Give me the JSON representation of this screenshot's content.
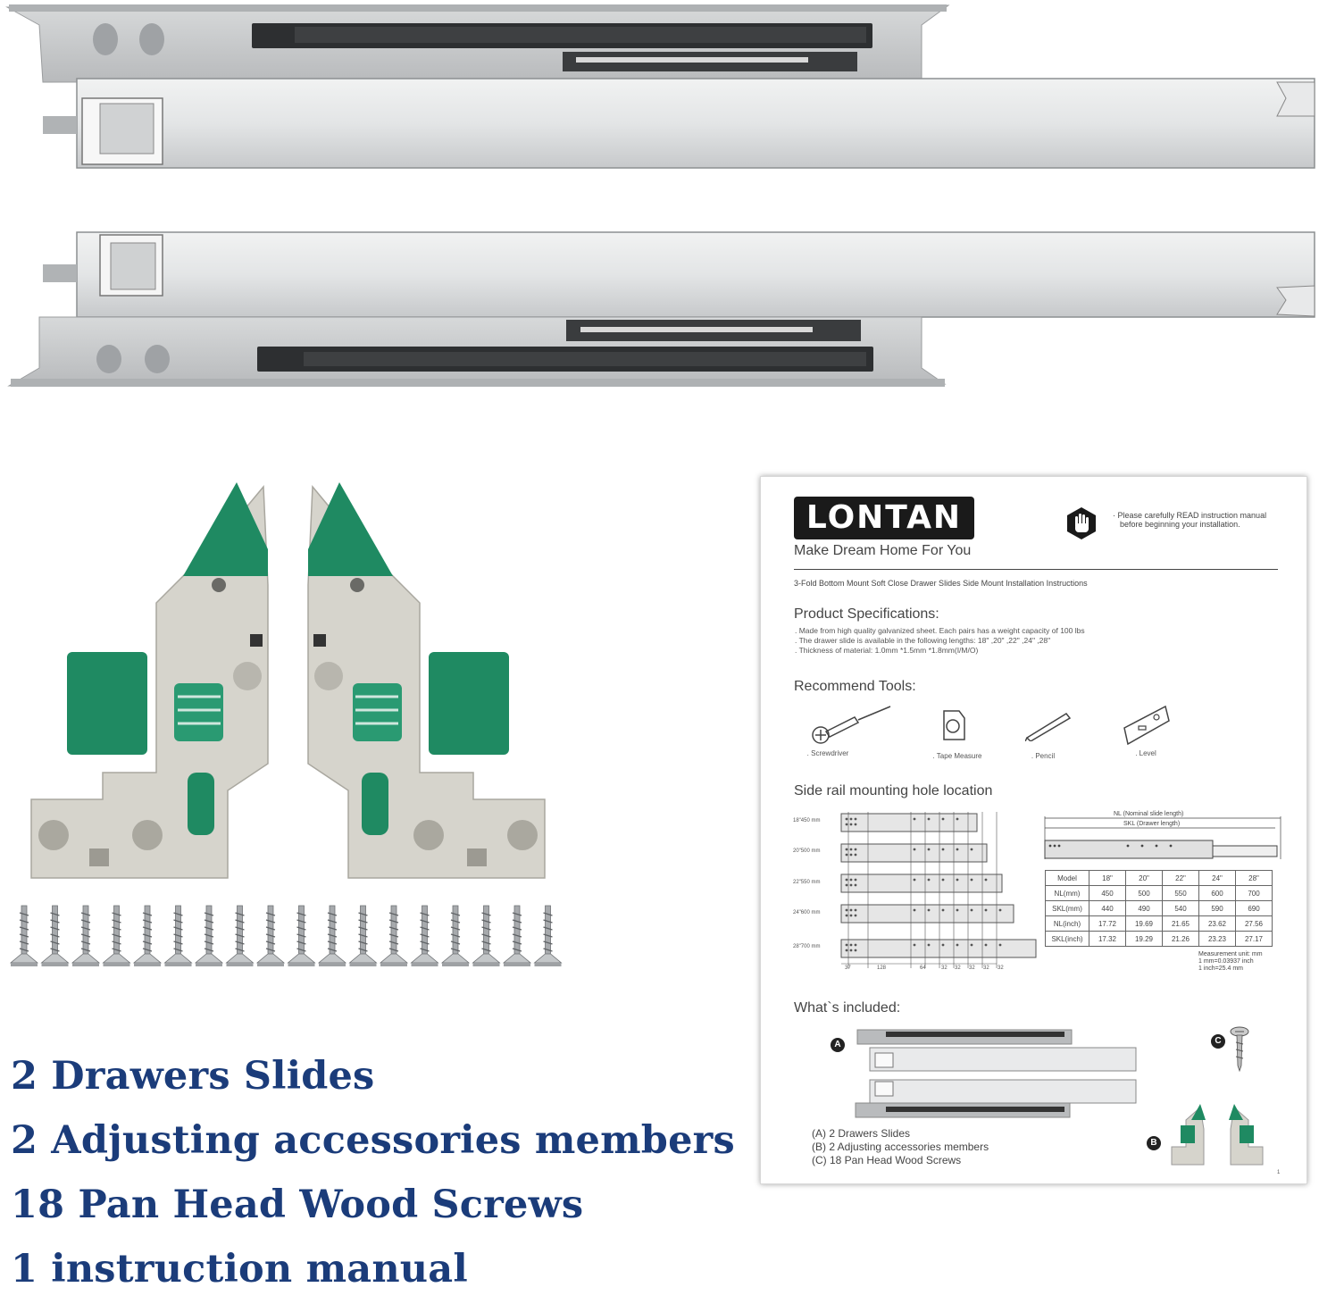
{
  "product_images": {
    "rails": "drawer-slide-rails",
    "brackets": "adjusting-brackets",
    "screws": "wood-screws"
  },
  "includes": [
    "2 Drawers Slides",
    "2 Adjusting accessories members",
    "18 Pan Head Wood Screws",
    "1 instruction manual"
  ],
  "manual": {
    "brand": "LONTAN",
    "tagline": "Make Dream Home For You",
    "notice_line1": "· Please carefully READ instruction manual",
    "notice_line2": "before beginning your installation.",
    "doc_title": "3-Fold Bottom Mount Soft Close Drawer Slides Side Mount Installation Instructions",
    "specs_heading": "Product Specifications:",
    "specs": [
      ". Made from high quality galvanized sheet. Each pairs has a weight capacity of 100 lbs",
      ". The drawer slide is available in the following lengths: 18\"  ,20\"  ,22\"  ,24\"  ,28\"",
      ". Thickness of material: 1.0mm *1.5mm *1.8mm(I/M/O)"
    ],
    "tools_heading": "Recommend Tools:",
    "tools": [
      ". Screwdriver",
      ". Tape Measure",
      ". Pencil",
      ". Level"
    ],
    "holes_heading": "Side rail mounting hole location",
    "sizes": [
      "18\"450 mm",
      "20\"500 mm",
      "22\"550 mm",
      "24\"600 mm",
      "28\"700 mm"
    ],
    "dims": [
      "37",
      "128",
      "64",
      "32",
      "32",
      "32",
      "32",
      "32"
    ],
    "nl_label": "NL  (Nominal slide length)",
    "skl_label": "SKL  (Drawer length)",
    "table": [
      [
        "Model",
        "18\"",
        "20\"",
        "22\"",
        "24\"",
        "28\""
      ],
      [
        "NL(mm)",
        "450",
        "500",
        "550",
        "600",
        "700"
      ],
      [
        "SKL(mm)",
        "440",
        "490",
        "540",
        "590",
        "690"
      ],
      [
        "NL(inch)",
        "17.72",
        "19.69",
        "21.65",
        "23.62",
        "27.56"
      ],
      [
        "SKL(inch)",
        "17.32",
        "19.29",
        "21.26",
        "23.23",
        "27.17"
      ]
    ],
    "measurement_unit": "Measurement unit:  mm",
    "conv1": "1 mm=0.03937 inch",
    "conv2": "1 inch=25.4 mm",
    "included_heading": "What`s included:",
    "included": [
      "(A)  2 Drawers Slides",
      "(B)  2 Adjusting accessories members",
      "(C)  18 Pan Head Wood Screws"
    ],
    "badge_a": "A",
    "badge_b": "B",
    "badge_c": "C",
    "page_number": "1"
  },
  "colors": {
    "headline": "#1b3c7a",
    "rail_gray": "#c9cbcc",
    "bracket_green": "#1f8a62",
    "bracket_body": "#d6d4cc"
  }
}
